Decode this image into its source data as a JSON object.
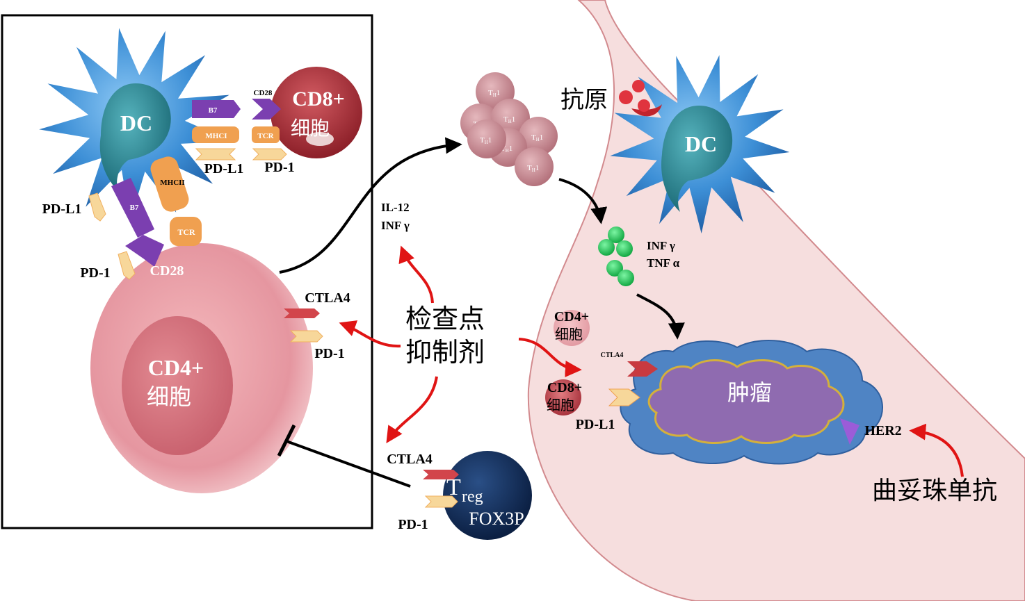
{
  "colors": {
    "dc_blue": "#3d8fd6",
    "dc_core": "#2e8a96",
    "cd4_pink": "#e79aa0",
    "cd8_red": "#b3343e",
    "treg_navy": "#14305e",
    "tumor_purple": "#8f6bb0",
    "tumor_blue": "#4f84c4",
    "th1_rose": "#c98f98",
    "cytokine_green": "#22cc55",
    "tissue_pink": "#f6dede",
    "red_arrow": "#e01414",
    "receptor_purple": "#7b3fb0",
    "receptor_orange": "#f0a050",
    "receptor_cream": "#f7d79a"
  },
  "left_panel": {
    "dc_label": "DC",
    "cd8_line1": "CD8+",
    "cd8_line2": "细胞",
    "cd4_line1": "CD4+",
    "cd4_line2": "细胞",
    "b7_top": "B7",
    "mhci": "MHCI",
    "cd28_top": "CD28",
    "tcr_top": "TCR",
    "pdl1_top": "PD-L1",
    "pd1_top": "PD-1",
    "mhcii": "MHCII",
    "b7_side": "B7",
    "tcr_side": "TCR",
    "pdl1_side": "PD-L1",
    "pd1_side": "PD-1",
    "cd28_side": "CD28",
    "ctla4_cd4": "CTLA4",
    "pd1_cd4": "PD-1"
  },
  "center": {
    "il12": "IL-12",
    "inf_gamma_1": "INF γ",
    "checkpoint_line1": "检查点",
    "checkpoint_line2": "抑制剂",
    "ctla4_treg": "CTLA4",
    "pd1_treg": "PD-1",
    "treg_T": "T",
    "treg_sub": "reg",
    "foxp3": "FOX3P"
  },
  "th1_cells": [
    {
      "label": "T",
      "sub": "H",
      "num": "1"
    },
    {
      "label": "T",
      "sub": "H",
      "num": "1"
    },
    {
      "label": "T",
      "sub": "H",
      "num": "1"
    },
    {
      "label": "T",
      "sub": "H",
      "num": "1"
    },
    {
      "label": "T",
      "sub": "H",
      "num": "1"
    },
    {
      "label": "T",
      "sub": "H",
      "num": "1"
    },
    {
      "label": "T",
      "sub": "H",
      "num": "1"
    }
  ],
  "right_panel": {
    "antigen": "抗原",
    "dc_label": "DC",
    "inf_gamma": "INF γ",
    "tnf_alpha": "TNF α",
    "cd4_line1": "CD4+",
    "cd4_line2": "细胞",
    "cd8_line1": "CD8+",
    "cd8_line2": "细胞",
    "ctla4": "CTLA4",
    "pdl1": "PD-L1",
    "tumor": "肿瘤",
    "her2": "HER2",
    "trastuzumab": "曲妥珠单抗"
  }
}
